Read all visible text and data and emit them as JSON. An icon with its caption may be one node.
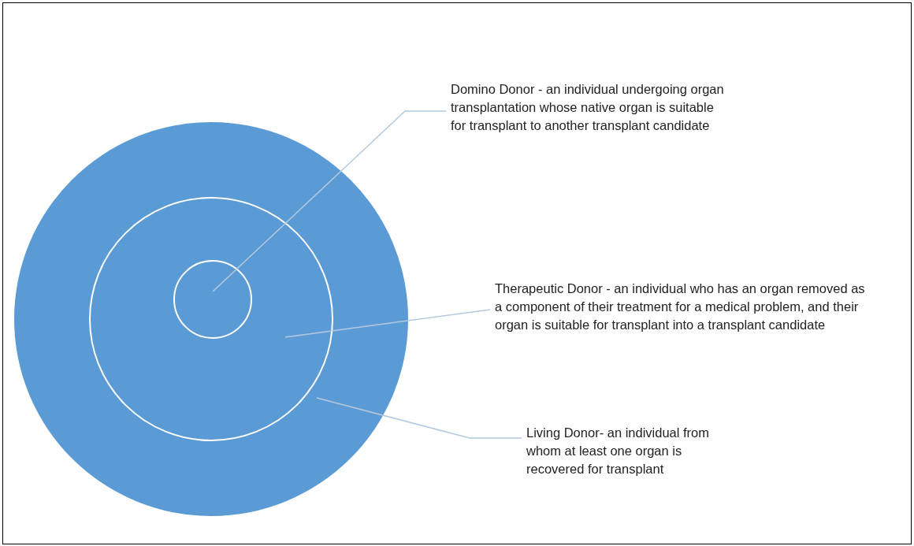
{
  "diagram": {
    "nodes": [
      {
        "text": [],
        "shape": "circle"
      },
      {
        "text": [],
        "shape": "circle",
        "in": 0
      },
      {
        "text": [],
        "shape": "circle",
        "in": 1
      },
      {
        "text": [
          "Domino Donor - an individual undergoing organ transplantation whose native organ is suitable for transplant to another transplant candidate"
        ]
      },
      {
        "text": [
          "Therapeutic Donor - an individual who has an organ removed as a component of their treatment for a medical problem, and their organ is suitable for transplant into a transplant candidate"
        ]
      },
      {
        "text": [
          "Living Donor- an individual from whom at least one organ is recovered for transplant"
        ]
      }
    ],
    "edges": [
      {
        "from": 3,
        "to": 2,
        "arrow": "none"
      },
      {
        "from": 4,
        "to": 1,
        "arrow": "none"
      },
      {
        "from": 5,
        "to": 0,
        "arrow": "none"
      }
    ]
  }
}
